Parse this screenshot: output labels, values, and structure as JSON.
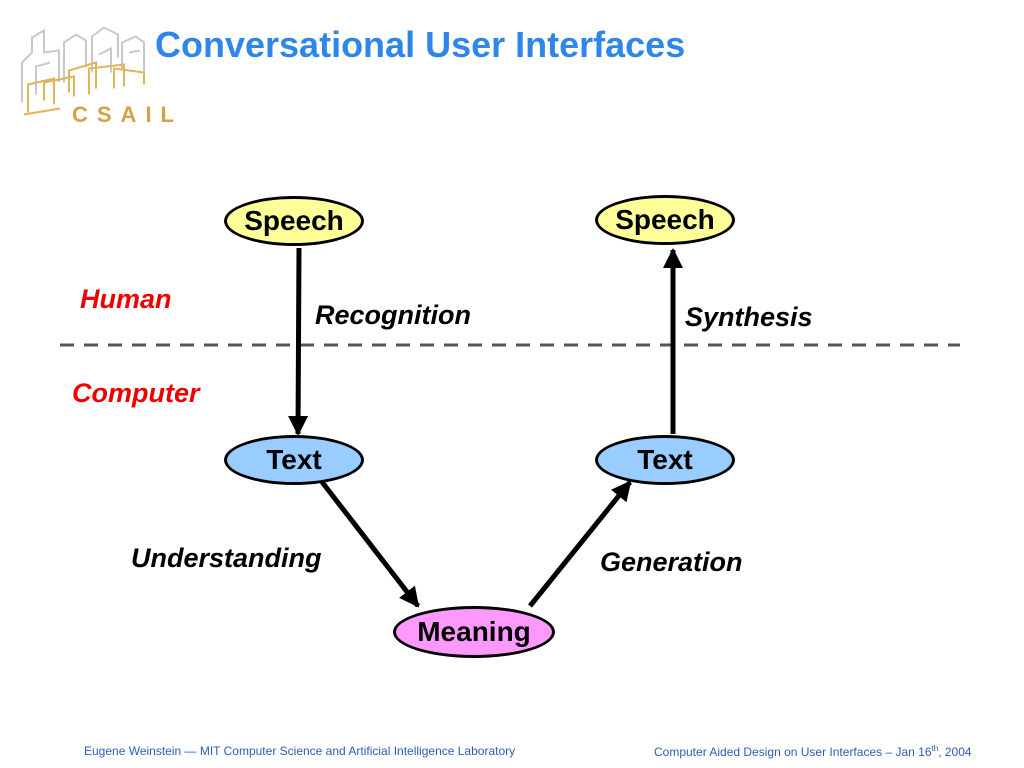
{
  "slide": {
    "title": "Conversational User Interfaces",
    "logo": {
      "icon": "csail-buildings-logo-icon",
      "text": "CSAIL",
      "color": "#d2a245"
    },
    "title_color": "#2e86e8"
  },
  "diagram": {
    "nodes": {
      "speech_in": "Speech",
      "speech_out": "Speech",
      "text_in": "Text",
      "text_out": "Text",
      "meaning": "Meaning"
    },
    "edges": {
      "recognition": "Recognition",
      "synthesis": "Synthesis",
      "understanding": "Understanding",
      "generation": "Generation"
    },
    "regions": {
      "human": "Human",
      "computer": "Computer"
    },
    "colors": {
      "speech": "#ffff99",
      "text": "#99ccff",
      "meaning": "#ff99ff",
      "region_label": "#ee0000"
    }
  },
  "footer": {
    "left": "Eugene Weinstein — MIT Computer Science and Artificial Intelligence Laboratory",
    "right_prefix": "Computer Aided Design on User Interfaces – Jan 16",
    "right_sup": "th",
    "right_suffix": ", 2004",
    "color": "#2a5db8"
  }
}
